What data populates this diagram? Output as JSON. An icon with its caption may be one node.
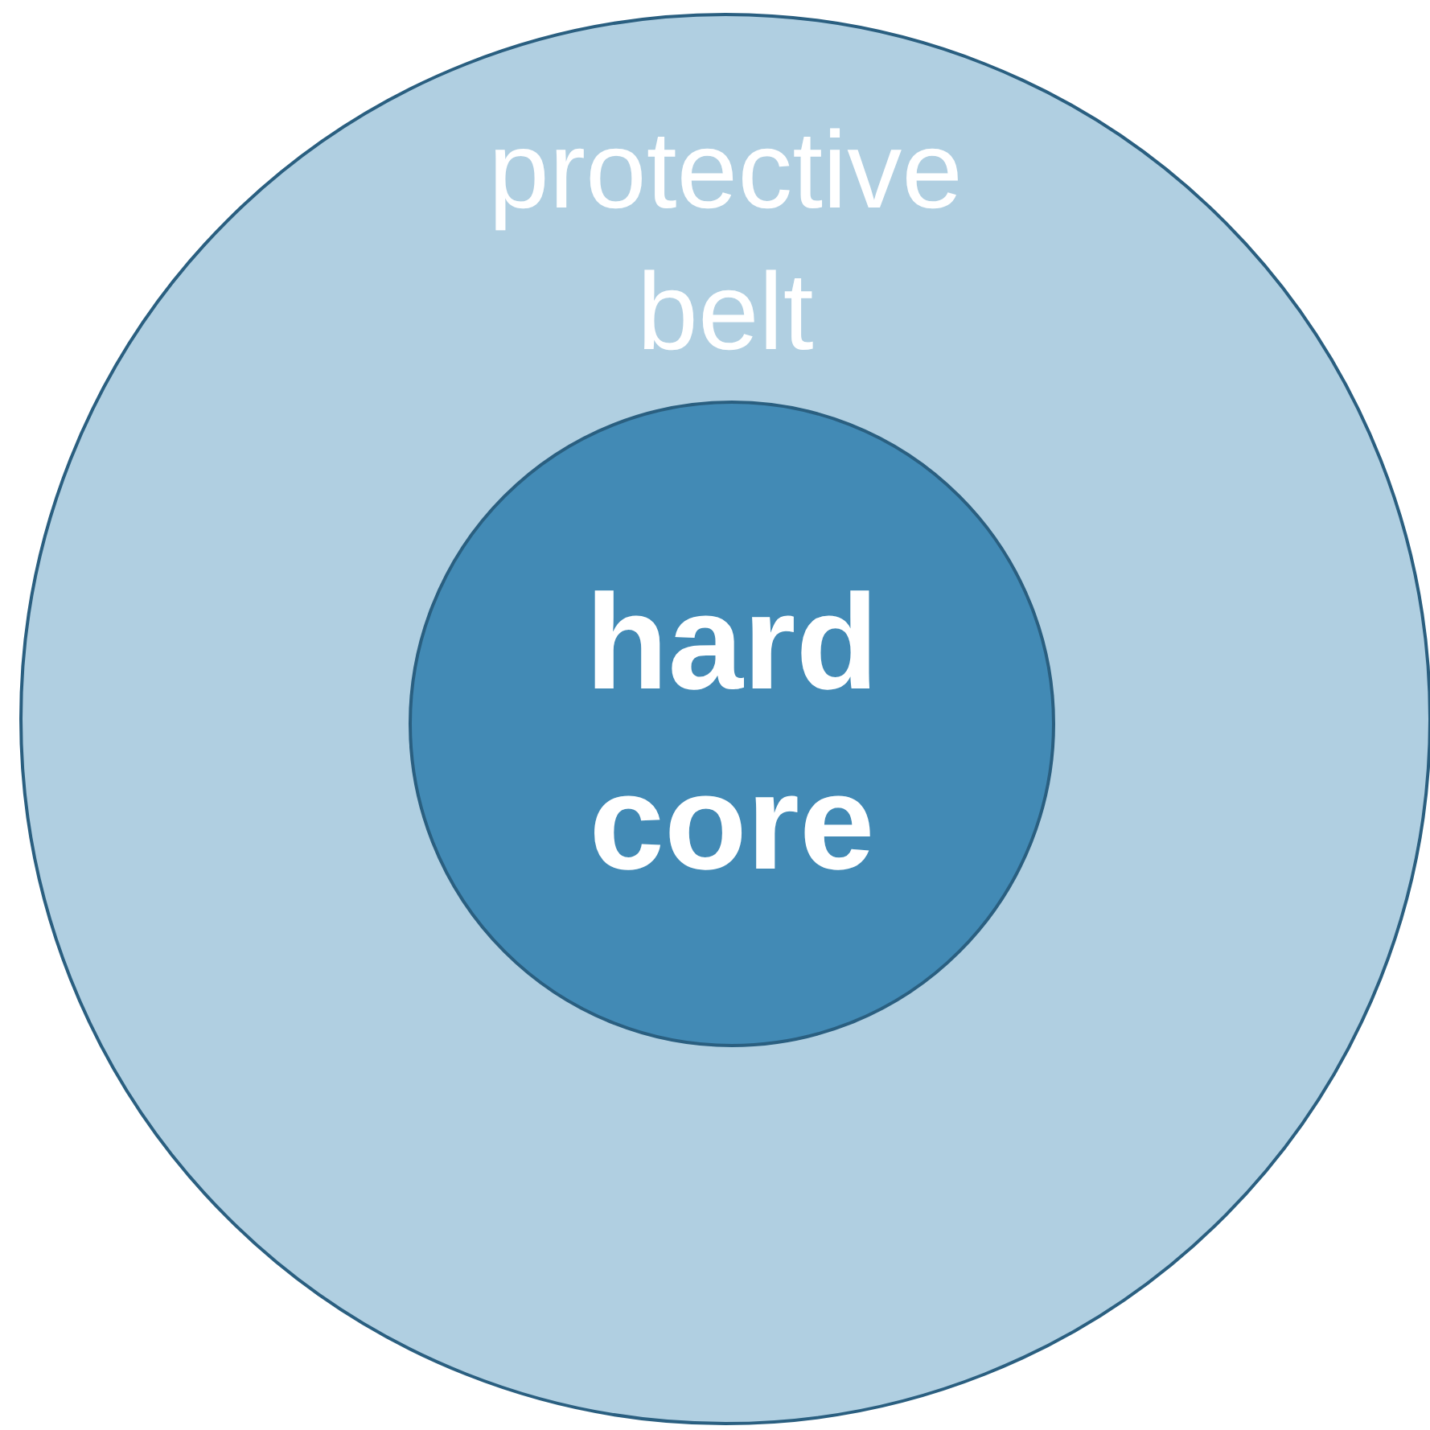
{
  "diagram": {
    "nodes": [
      {
        "text": [
          "protective belt"
        ]
      },
      {
        "text": [
          "hard core"
        ],
        "in": 0
      }
    ]
  }
}
